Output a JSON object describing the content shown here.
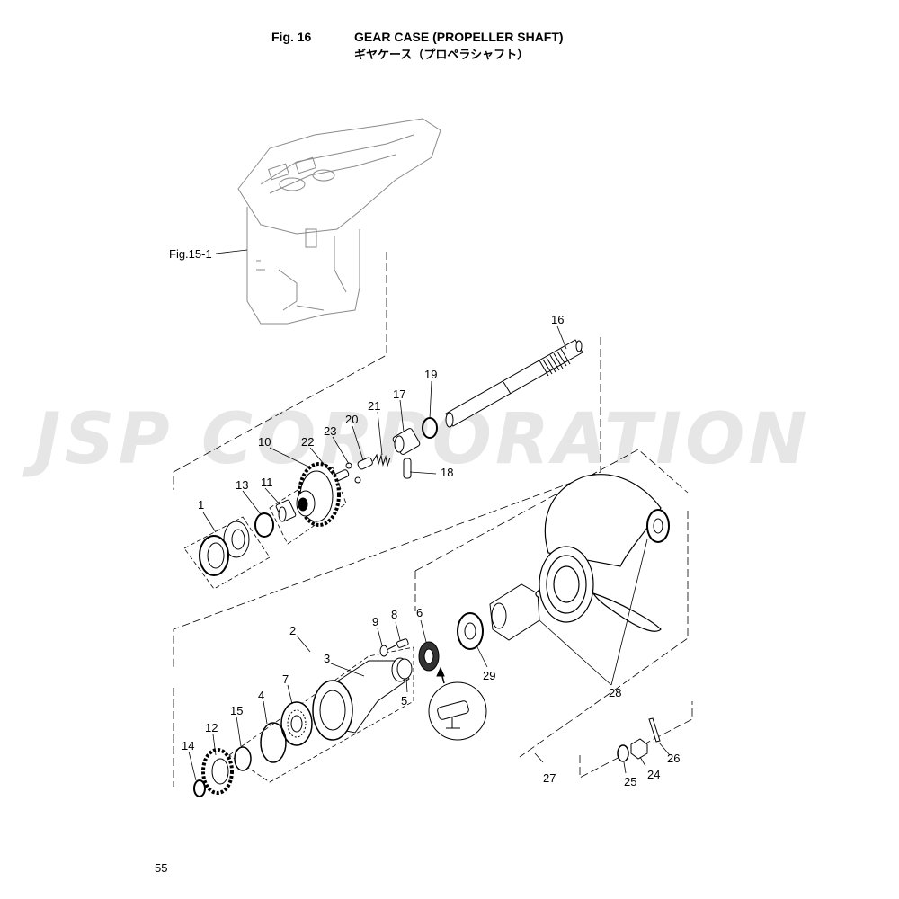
{
  "header": {
    "fig_label": "Fig. 16",
    "title_en": "GEAR CASE (PROPELLER SHAFT)",
    "title_jp": "ギヤケース（プロペラシャフト）"
  },
  "watermark": "JSP CORPORATION",
  "reference": "Fig.15-1",
  "page_number": "55",
  "callouts": [
    "1",
    "2",
    "3",
    "4",
    "5",
    "6",
    "7",
    "8",
    "9",
    "10",
    "11",
    "12",
    "13",
    "14",
    "15",
    "16",
    "17",
    "18",
    "19",
    "20",
    "21",
    "22",
    "23",
    "24",
    "25",
    "26",
    "27",
    "28",
    "29"
  ]
}
